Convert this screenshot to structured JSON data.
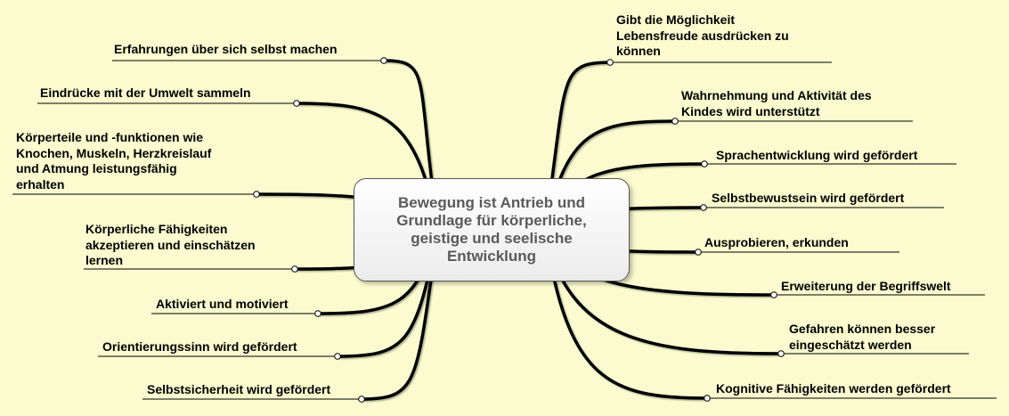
{
  "center_topic": "Bewegung ist Antrieb und\nGrundlage für körperliche,\ngeistige und seelische\nEntwicklung",
  "branches": {
    "left": [
      {
        "label": "Erfahrungen über sich selbst machen"
      },
      {
        "label": "Eindrücke mit der Umwelt sammeln"
      },
      {
        "label": "Körperteile und -funktionen wie\nKnochen, Muskeln, Herzkreislauf\nund Atmung leistungsfähig\nerhalten"
      },
      {
        "label": "Körperliche Fähigkeiten\nakzeptieren und einschätzen\nlernen"
      },
      {
        "label": "Aktiviert und motiviert"
      },
      {
        "label": "Orientierungssinn wird gefördert"
      },
      {
        "label": "Selbstsicherheit wird gefördert"
      }
    ],
    "right": [
      {
        "label": "Gibt die Möglichkeit\nLebensfreude ausdrücken  zu\nkönnen"
      },
      {
        "label": "Wahrnehmung und Aktivität des\nKindes wird unterstützt"
      },
      {
        "label": "Sprachentwicklung wird gefördert"
      },
      {
        "label": "Selbstbewustsein wird gefördert"
      },
      {
        "label": "Ausprobieren, erkunden"
      },
      {
        "label": "Erweiterung der Begriffswelt"
      },
      {
        "label": "Gefahren können besser\neingeschätzt werden"
      },
      {
        "label": "Kognitive Fähigkeiten werden gefördert"
      }
    ]
  },
  "colors": {
    "background": "#fbfbcf",
    "branch_line": "#000000",
    "center_text": "#5a5a5a"
  }
}
